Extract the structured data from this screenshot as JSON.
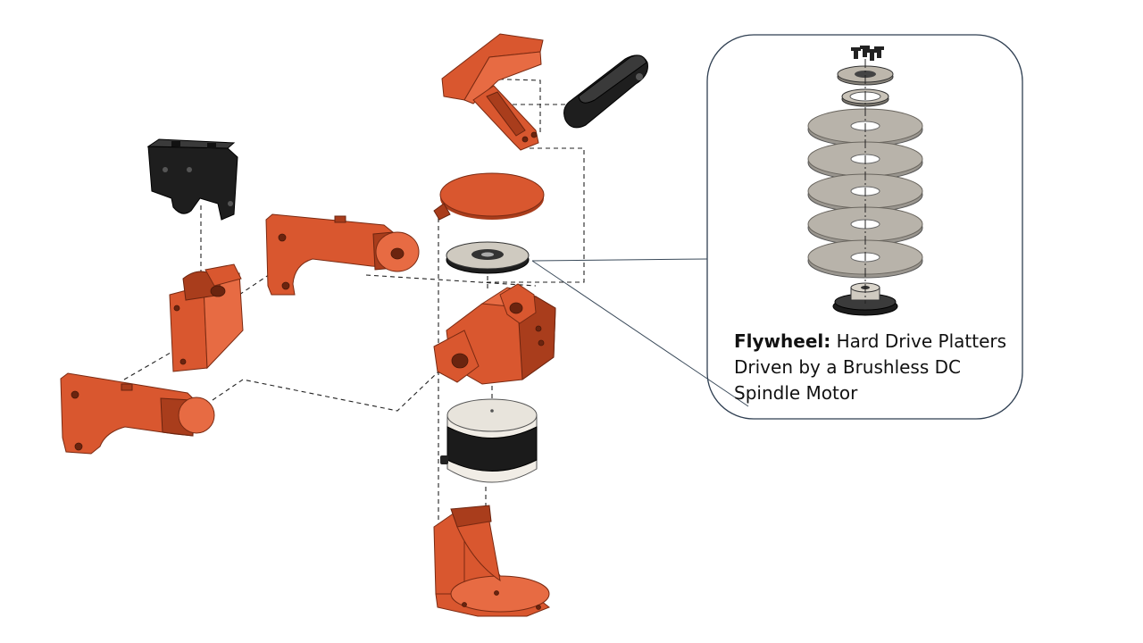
{
  "callout": {
    "title": "Flywheel:",
    "line1": " Hard Drive Platters",
    "line2": "Driven by a Brushless DC",
    "line3": "Spindle Motor"
  },
  "colors": {
    "part_orange": "#d9572f",
    "part_black": "#1e1e1e",
    "platter_gray": "#b8b3aa",
    "callout_border": "#2f3f52"
  },
  "icons": [
    "exploded-assembly",
    "hard-drive-platter-stack"
  ]
}
